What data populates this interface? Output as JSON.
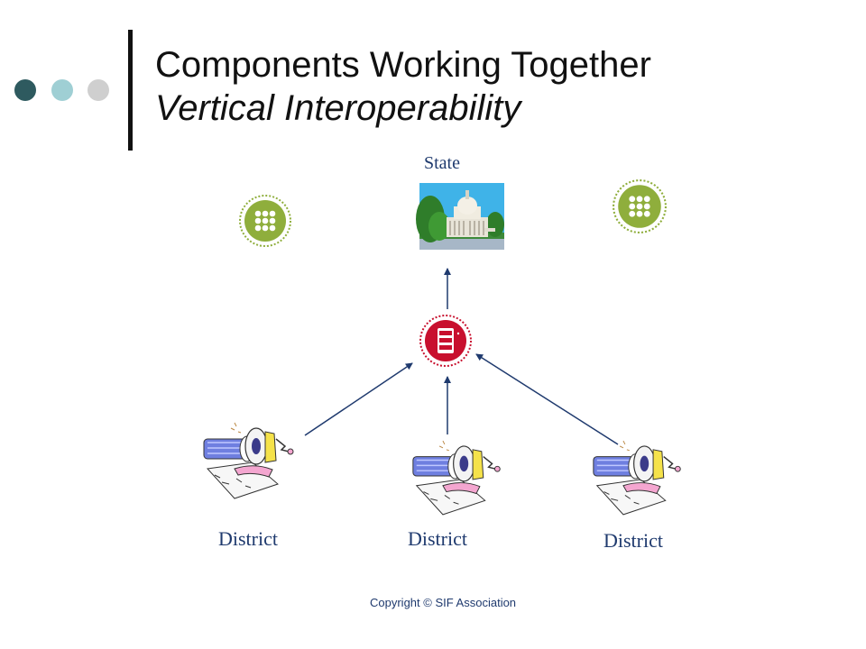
{
  "slide": {
    "title_main": "Components Working Together",
    "title_sub": "Vertical Interoperability",
    "copyright": "Copyright ©  SIF Association"
  },
  "diagram": {
    "state_label": "State",
    "district_labels": [
      "District",
      "District",
      "District"
    ]
  },
  "colors": {
    "dot_dark": "#2e5a5f",
    "dot_mid": "#9fcfd4",
    "dot_light": "#cfcfcf",
    "agent_green": "#8fae3c",
    "zis_red": "#c8102e",
    "arrow": "#1f3a6e",
    "label_text": "#1f3a6e"
  },
  "icons": {
    "agent": "green-grid-agent-icon",
    "zone_server": "red-server-icon",
    "capitol": "capitol-building-icon",
    "district": "district-machine-clipart-icon"
  }
}
